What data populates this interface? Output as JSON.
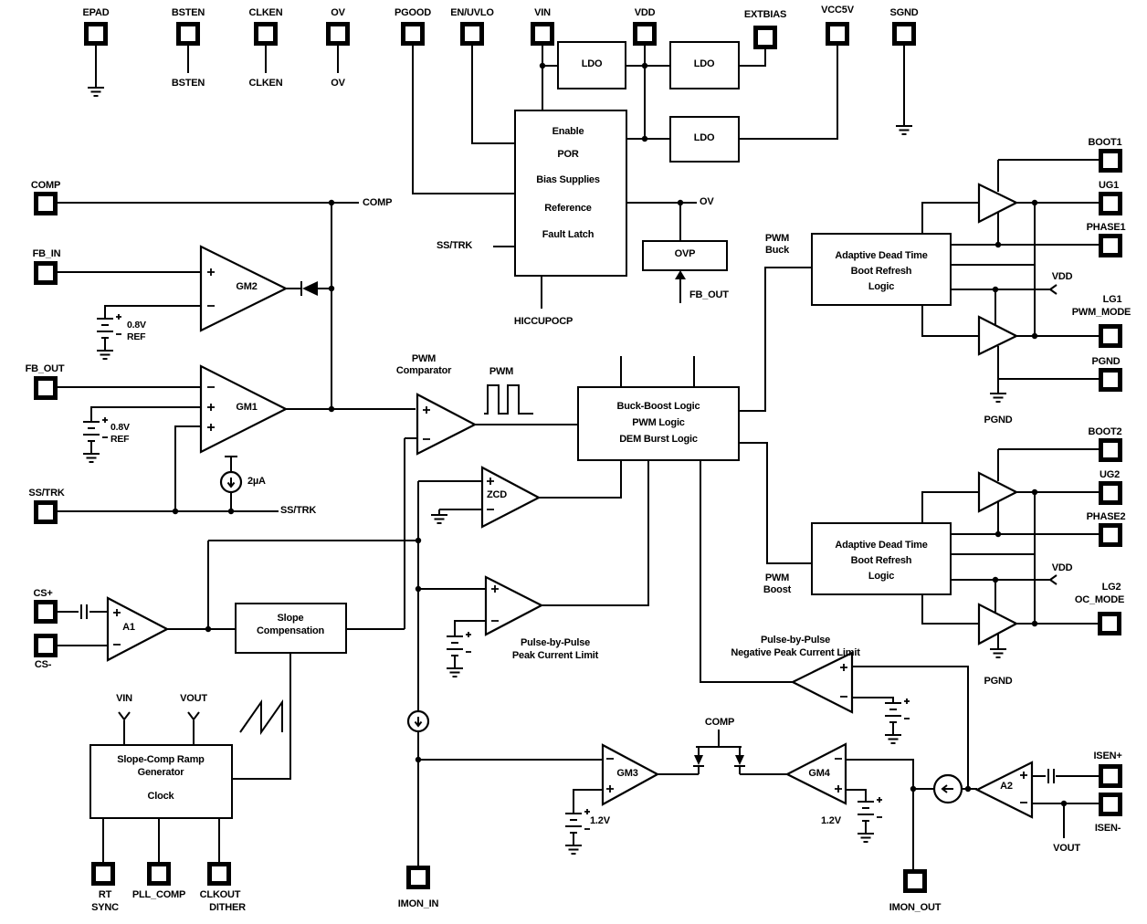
{
  "pins": {
    "epad": "EPAD",
    "bsten": "BSTEN",
    "clken": "CLKEN",
    "ov": "OV",
    "pgood": "PGOOD",
    "en_uvlo": "EN/UVLO",
    "vin": "VIN",
    "vdd": "VDD",
    "extbias": "EXTBIAS",
    "vcc5v": "VCC5V",
    "sgnd": "SGND",
    "comp": "COMP",
    "fb_in": "FB_IN",
    "fb_out": "FB_OUT",
    "ss_trk": "SS/TRK",
    "cs_plus": "CS+",
    "cs_minus": "CS-",
    "rt": "RT",
    "sync": "SYNC",
    "pll_comp": "PLL_COMP",
    "clkout": "CLKOUT",
    "dither": "DITHER",
    "imon_in": "IMON_IN",
    "imon_out": "IMON_OUT",
    "boot1": "BOOT1",
    "ug1": "UG1",
    "phase1": "PHASE1",
    "lg1": "LG1",
    "pwm_mode": "PWM_MODE",
    "pgnd": "PGND",
    "boot2": "BOOT2",
    "ug2": "UG2",
    "phase2": "PHASE2",
    "lg2": "LG2",
    "oc_mode": "OC_MODE",
    "isen_plus": "ISEN+",
    "isen_minus": "ISEN-"
  },
  "subs": {
    "bsten": "BSTEN",
    "clken": "CLKEN",
    "ov": "OV"
  },
  "nets": {
    "comp_mid": "COMP",
    "comp_bottom": "COMP",
    "ov": "OV",
    "fb_out": "FB_OUT",
    "hiccupocp": "HICCUPOCP",
    "ss_trk_in": "SS/TRK",
    "ss_trk_net": "SS/TRK",
    "pwm": "PWM",
    "pwm_buck_1": "PWM",
    "pwm_buck_2": "Buck",
    "pwm_boost_1": "PWM",
    "pwm_boost_2": "Boost",
    "vdd1": "VDD",
    "vdd2": "VDD",
    "pgnd_gnd1": "PGND",
    "pgnd_gnd2": "PGND",
    "vout": "VOUT",
    "vin_ramp": "VIN",
    "vout_ramp": "VOUT"
  },
  "blocks": {
    "ldo1": "LDO",
    "ldo2": "LDO",
    "ldo3": "LDO",
    "ovp": "OVP",
    "enable": {
      "l1": "Enable",
      "l2": "POR",
      "l3": "Bias Supplies",
      "l4": "Reference",
      "l5": "Fault Latch"
    },
    "buckboost": {
      "l1": "Buck-Boost Logic",
      "l2": "PWM Logic",
      "l3": "DEM Burst Logic"
    },
    "adt1": {
      "l1": "Adaptive Dead Time",
      "l2": "Boot Refresh",
      "l3": "Logic"
    },
    "adt2": {
      "l1": "Adaptive Dead Time",
      "l2": "Boot Refresh",
      "l3": "Logic"
    },
    "slope": {
      "l1": "Slope",
      "l2": "Compensation"
    },
    "ramp": {
      "l1": "Slope-Comp Ramp",
      "l2": "Generator",
      "l3": "Clock"
    }
  },
  "amps": {
    "gm1": "GM1",
    "gm2": "GM2",
    "gm3": "GM3",
    "gm4": "GM4",
    "a1": "A1",
    "a2": "A2",
    "zcd": "ZCD"
  },
  "titles": {
    "pwm_comp_1": "PWM",
    "pwm_comp_2": "Comparator",
    "pbp_peak_1": "Pulse-by-Pulse",
    "pbp_peak_2": "Peak Current Limit",
    "pbp_neg_1": "Pulse-by-Pulse",
    "pbp_neg_2": "Negative Peak Current Limit"
  },
  "vals": {
    "ref1_v": "0.8V",
    "ref1_l": "REF",
    "ref2_v": "0.8V",
    "ref2_l": "REF",
    "i_ss": "2µA",
    "v12_gm3": "1.2V",
    "v12_gm4": "1.2V"
  }
}
